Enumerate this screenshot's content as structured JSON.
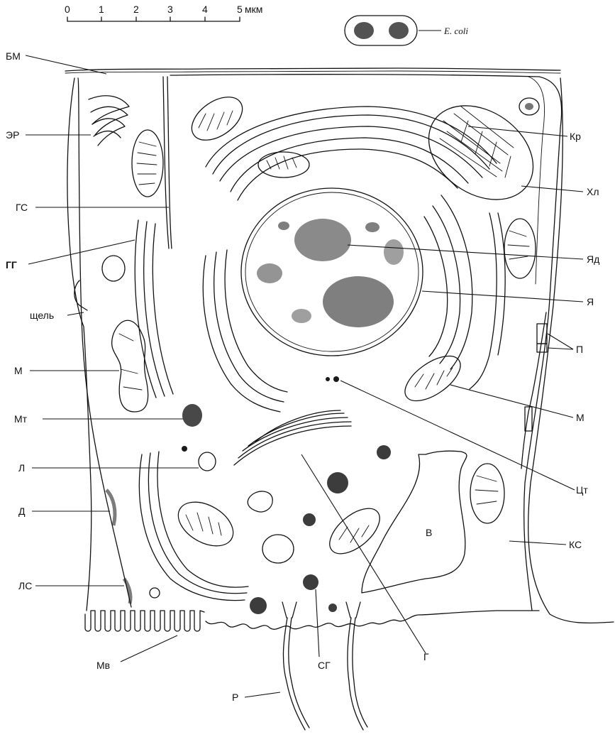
{
  "scale": {
    "ticks": [
      "0",
      "1",
      "2",
      "3",
      "4",
      "5"
    ],
    "unit": "мкм"
  },
  "labels": {
    "bm": "БМ",
    "er": "ЭР",
    "gs": "ГС",
    "gg": "ГГ",
    "gap": "щель",
    "m_left": "М",
    "mt": "Мт",
    "l": "Л",
    "d": "Д",
    "ls": "ЛС",
    "mv": "Мв",
    "r": "Р",
    "sg": "СГ",
    "g": "Г",
    "ecoli": "E. coli",
    "kr": "Кр",
    "chl": "Хл",
    "yad": "Яд",
    "ya": "Я",
    "p": "П",
    "m_right": "М",
    "ts": "Цт",
    "ks": "КС",
    "v": "В"
  }
}
